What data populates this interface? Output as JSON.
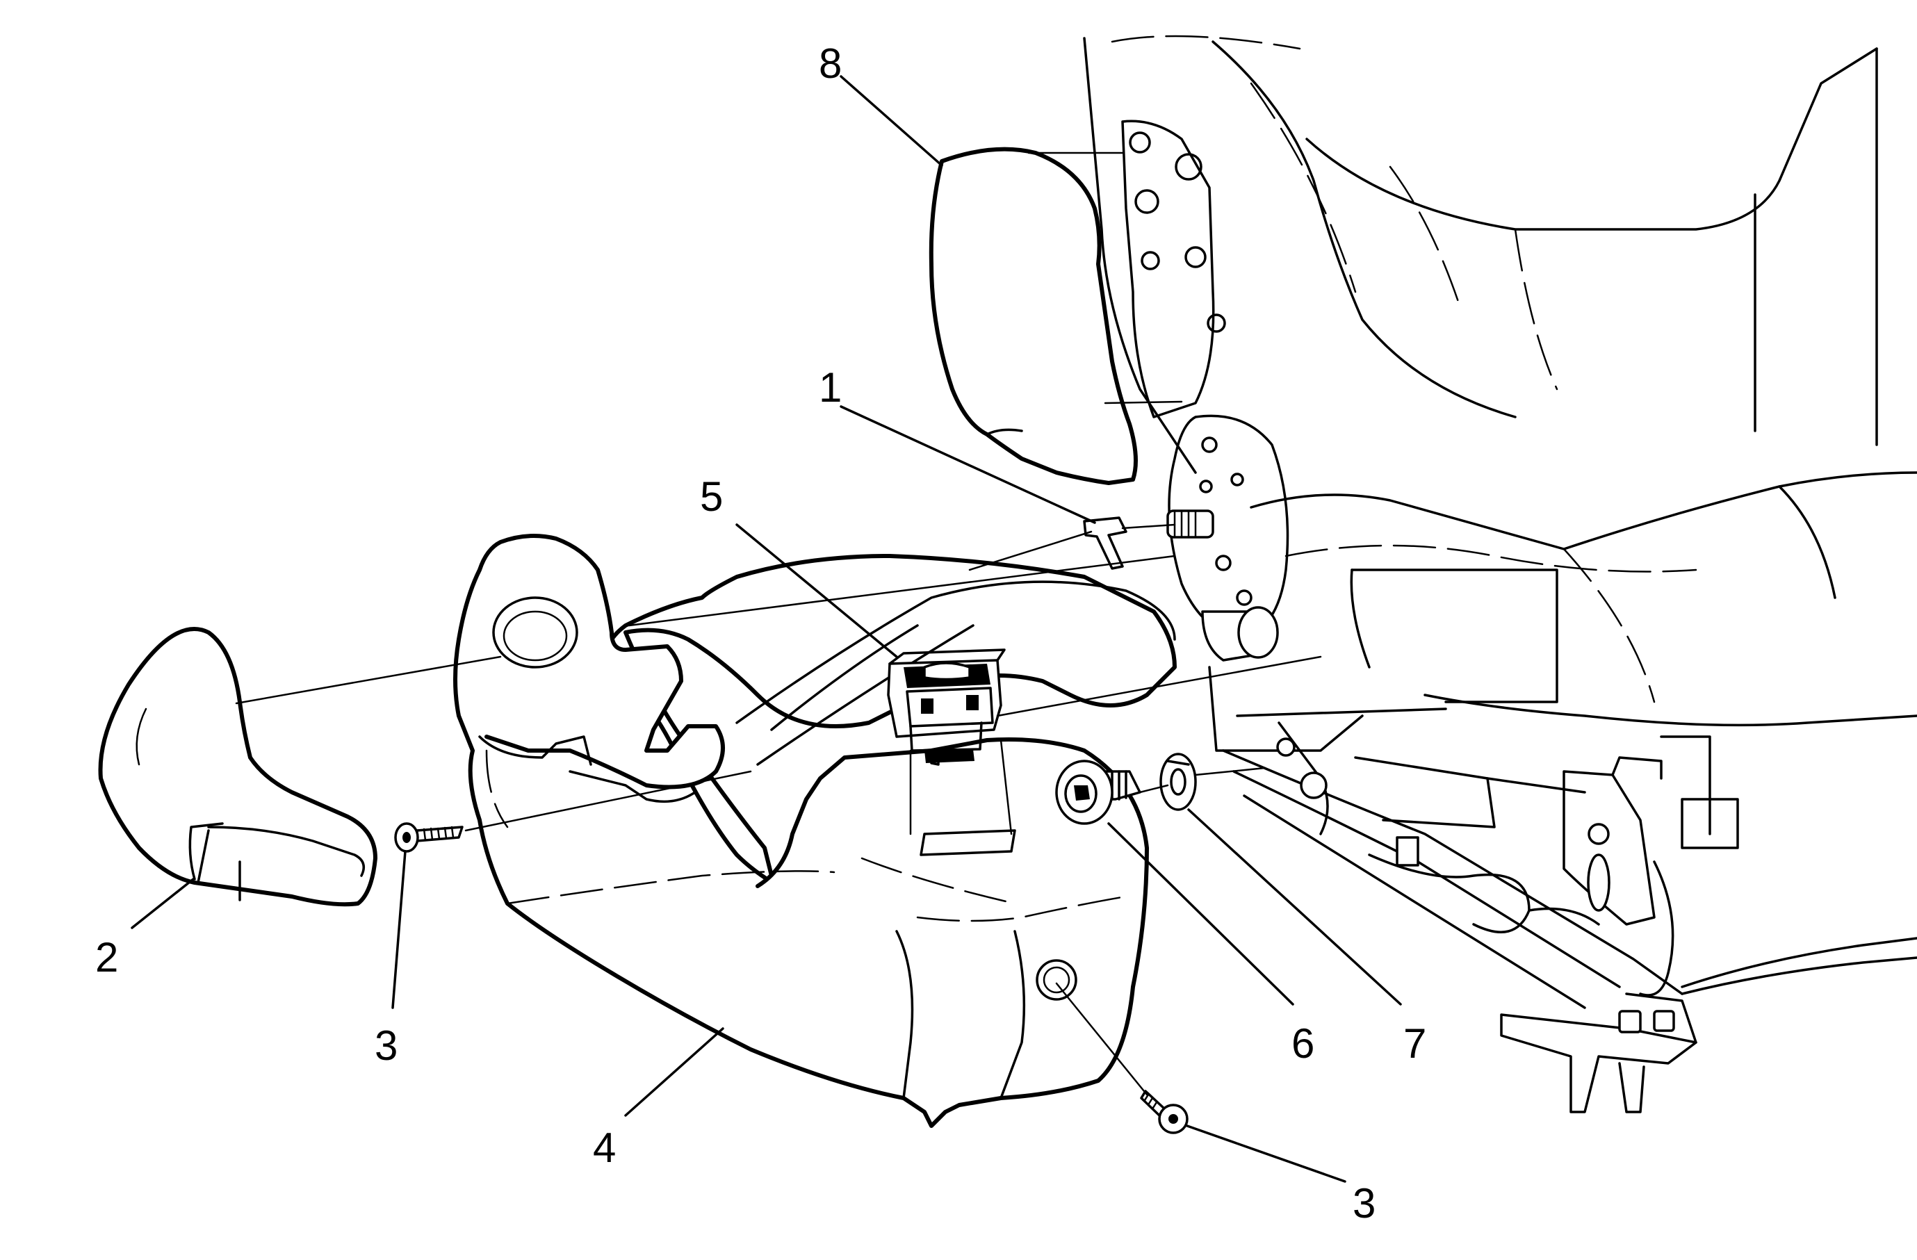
{
  "callouts": {
    "c1": "1",
    "c2": "2",
    "c3a": "3",
    "c3b": "3",
    "c4": "4",
    "c5": "5",
    "c6": "6",
    "c7": "7",
    "c8": "8"
  },
  "style": {
    "line_color": "#000000",
    "background": "#ffffff"
  }
}
